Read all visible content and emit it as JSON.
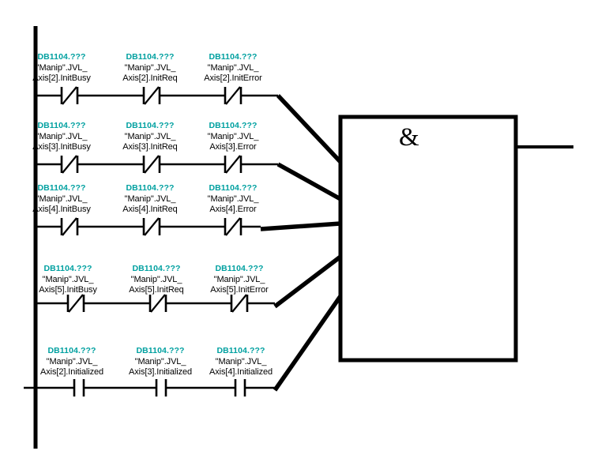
{
  "diagram": {
    "title": "LAD network with AND box",
    "colors": {
      "line": "#000000",
      "address": "#00A0A0",
      "symbol": "#000000",
      "background": "#FFFFFF"
    },
    "power_rail": {
      "label": "left-power-rail"
    },
    "gate": {
      "operator": "&",
      "name": "and-box",
      "inputs": 5,
      "outputs": 1
    },
    "rungs": [
      {
        "id": "rung-1",
        "contact_type": "normally-closed",
        "contacts": [
          {
            "address": "DB1104.???",
            "symbol_line1": "\"Manip\".JVL_",
            "symbol_line2": "Axis[2].InitBusy"
          },
          {
            "address": "DB1104.???",
            "symbol_line1": "\"Manip\".JVL_",
            "symbol_line2": "Axis[2].InitReq"
          },
          {
            "address": "DB1104.???",
            "symbol_line1": "\"Manip\".JVL_",
            "symbol_line2": "Axis[2].InitError"
          }
        ]
      },
      {
        "id": "rung-2",
        "contact_type": "normally-closed",
        "contacts": [
          {
            "address": "DB1104.???",
            "symbol_line1": "\"Manip\".JVL_",
            "symbol_line2": "Axis[3].InitBusy"
          },
          {
            "address": "DB1104.???",
            "symbol_line1": "\"Manip\".JVL_",
            "symbol_line2": "Axis[3].InitReq"
          },
          {
            "address": "DB1104.???",
            "symbol_line1": "\"Manip\".JVL_",
            "symbol_line2": "Axis[3].Error"
          }
        ]
      },
      {
        "id": "rung-3",
        "contact_type": "normally-closed",
        "contacts": [
          {
            "address": "DB1104.???",
            "symbol_line1": "\"Manip\".JVL_",
            "symbol_line2": "Axis[4].InitBusy"
          },
          {
            "address": "DB1104.???",
            "symbol_line1": "\"Manip\".JVL_",
            "symbol_line2": "Axis[4].InitReq"
          },
          {
            "address": "DB1104.???",
            "symbol_line1": "\"Manip\".JVL_",
            "symbol_line2": "Axis[4].Error"
          }
        ]
      },
      {
        "id": "rung-4",
        "contact_type": "normally-closed",
        "contacts": [
          {
            "address": "DB1104.???",
            "symbol_line1": "\"Manip\".JVL_",
            "symbol_line2": "Axis[5].InitBusy"
          },
          {
            "address": "DB1104.???",
            "symbol_line1": "\"Manip\".JVL_",
            "symbol_line2": "Axis[5].InitReq"
          },
          {
            "address": "DB1104.???",
            "symbol_line1": "\"Manip\".JVL_",
            "symbol_line2": "Axis[5].InitError"
          }
        ]
      },
      {
        "id": "rung-5",
        "contact_type": "normally-open",
        "contacts": [
          {
            "address": "DB1104.???",
            "symbol_line1": "\"Manip\".JVL_",
            "symbol_line2": "Axis[2].Initialized"
          },
          {
            "address": "DB1104.???",
            "symbol_line1": "\"Manip\".JVL_",
            "symbol_line2": "Axis[3].Initialized"
          },
          {
            "address": "DB1104.???",
            "symbol_line1": "\"Manip\".JVL_",
            "symbol_line2": "Axis[4].Initialized"
          }
        ]
      }
    ]
  }
}
